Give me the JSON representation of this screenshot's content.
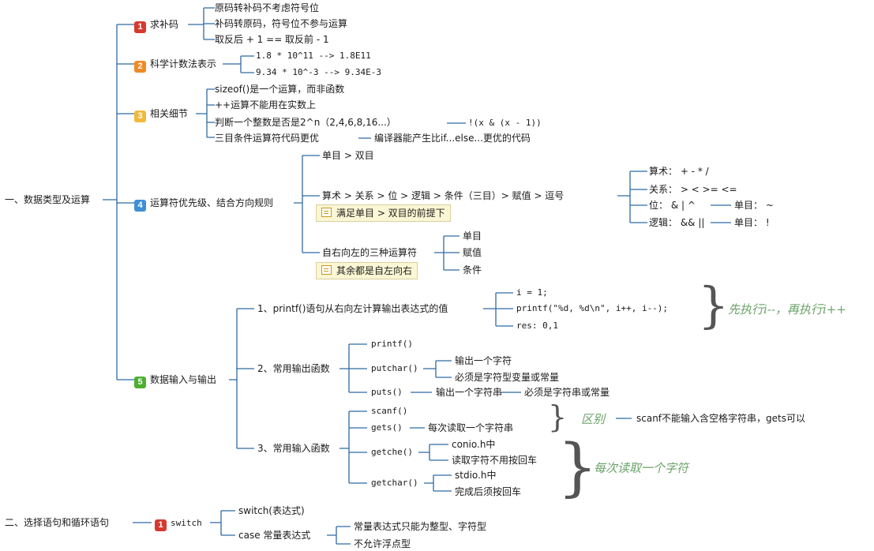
{
  "root": {
    "label": "一、数据类型及运算",
    "sec1": {
      "badge": "1",
      "label": "求补码",
      "items": [
        "原码转补码不考虑符号位",
        "补码转原码，符号位不参与运算",
        "取反后 + 1 == 取反前 - 1"
      ]
    },
    "sec2": {
      "badge": "2",
      "label": "科学计数法表示",
      "items": [
        "1.8 * 10^11 --> 1.8E11",
        "9.34 * 10^-3 --> 9.34E-3"
      ]
    },
    "sec3": {
      "badge": "3",
      "label": "相关细节",
      "items": [
        "sizeof()是一个运算，而非函数",
        "++运算不能用在实数上",
        "判断一个整数是否是2^n（2,4,6,8,16...）",
        "三目条件运算符代码更优"
      ],
      "pow_detail": "!(x & (x - 1))",
      "ternary_detail": "编译器能产生比if...else...更优的代码"
    },
    "sec4": {
      "badge": "4",
      "label": "运算符优先级、结合方向规则",
      "unary_binary": "单目 > 双目",
      "chain": "算术 > 关系 > 位  > 逻辑  > 条件（三目）> 赋值 > 逗号",
      "chain_note": "满足单目 > 双目的前提下",
      "detail": {
        "arith": "算术： + - * /",
        "relation": "关系： > < >= <=",
        "bit": "位： & | ^",
        "bit_unary": "单目： ~",
        "logic": "逻辑： && ||",
        "logic_unary": "单目： !"
      },
      "rtl": "自右向左的三种运算符",
      "rtl_items": [
        "单目",
        "赋值",
        "条件"
      ],
      "rtl_note": "其余都是自左向右"
    },
    "sec5": {
      "badge": "5",
      "label": "数据输入与输出",
      "printf_label": "1、printf()语句从右向左计算输出表达式的值",
      "printf_items": [
        "i = 1;",
        "printf(\"%d, %d\\n\", i++, i--);",
        "res: 0,1"
      ],
      "printf_hand": "先执行i--，再执行i++",
      "output_label": "2、常用输出函数",
      "printf_fn": "printf()",
      "putchar_fn": "putchar()",
      "putchar_items": [
        "输出一个字符",
        "必须是字符型变量或常量"
      ],
      "puts_fn": "puts()",
      "puts_item": "输出一个字符串",
      "puts_item2": "必须是字符串或常量",
      "input_label": "3、常用输入函数",
      "scanf_fn": "scanf()",
      "gets_fn": "gets()",
      "gets_item": "每次读取一个字符串",
      "diff_hand": "区别",
      "diff_text": "scanf不能输入含空格字符串，gets可以",
      "getche_fn": "getche()",
      "getche_items": [
        "conio.h中",
        "读取字符不用按回车"
      ],
      "getchar_fn": "getchar()",
      "getchar_items": [
        "stdio.h中",
        "完成后须按回车"
      ],
      "char_hand": "每次读取一个字符"
    }
  },
  "root2": {
    "label": "二、选择语句和循环语句",
    "switch": {
      "badge": "1",
      "label": "switch",
      "items": [
        "switch(表达式)",
        "case 常量表达式"
      ],
      "case_items": [
        "常量表达式只能为整型、字符型",
        "不允许浮点型"
      ]
    }
  }
}
